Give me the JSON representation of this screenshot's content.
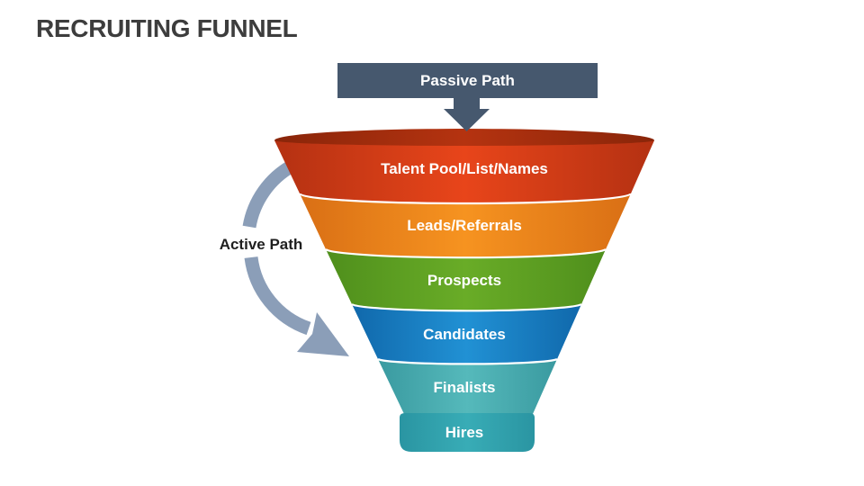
{
  "slide": {
    "title": "RECRUITING FUNNEL",
    "background_color": "#ffffff",
    "title_color": "#3d3d3d"
  },
  "passive_path": {
    "label": "Passive Path",
    "box_color": "#46586e",
    "text_color": "#ffffff"
  },
  "active_path": {
    "label": "Active Path",
    "arrow_color": "#8b9eb8",
    "text_color": "#1f1f1f"
  },
  "funnel": {
    "label_text_color": "#ffffff",
    "stages": [
      {
        "label": "Talent Pool/List/Names",
        "color": "#d63a15"
      },
      {
        "label": "Leads/Referrals",
        "color": "#ef8a1e"
      },
      {
        "label": "Prospects",
        "color": "#62a525"
      },
      {
        "label": "Candidates",
        "color": "#1d86c8"
      },
      {
        "label": "Finalists",
        "color": "#4db1b4"
      },
      {
        "label": "Hires",
        "color": "#31a1ad"
      }
    ]
  }
}
